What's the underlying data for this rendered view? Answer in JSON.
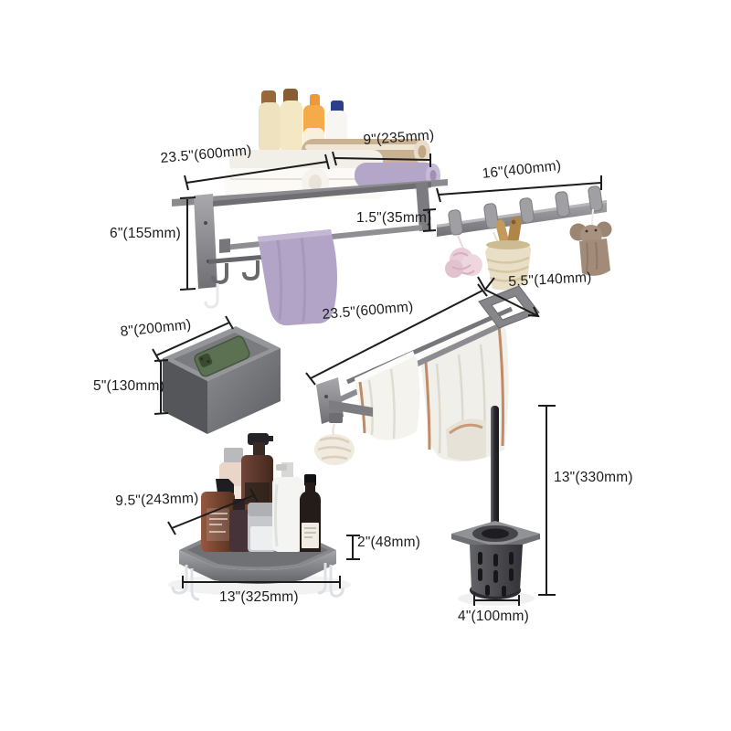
{
  "diagram_title": "bathroom hardware set dimension diagram",
  "colors": {
    "background": "#ffffff",
    "dimension_line": "#1c1c1c",
    "label_text": "#1c1c1c",
    "metal_gray": "#8a8a8e",
    "metal_dark": "#55575b",
    "towel_purple": "#b2a4c7",
    "towel_white": "#f5f3ee",
    "towel_tan": "#c9b193",
    "phone_green": "#5c7052",
    "loofah_pink": "#e9cdd8",
    "basket_cream": "#e9dec6",
    "elephant_taupe": "#a28b78"
  },
  "products": {
    "towel_rack": {
      "name": "folding towel rack with shelf, towels and toiletries",
      "width": "23.5\"(600mm)",
      "depth": "9\"(235mm)",
      "height": "6\"(155mm)"
    },
    "hook_rail": {
      "name": "wall hook rail with five hooks",
      "width": "16\"(400mm)",
      "height": "1.5\"(35mm)"
    },
    "tissue_box": {
      "name": "tissue box with phone on top",
      "width": "8\"(200mm)",
      "height": "5\"(130mm)"
    },
    "towel_bar": {
      "name": "double towel bar with hanging towels",
      "width": "23.5\"(600mm)",
      "depth": "5.5\"(140mm)"
    },
    "corner_shelf": {
      "name": "corner shower shelf with bottles",
      "depth": "9.5\"(243mm)",
      "height": "2\"(48mm)",
      "width": "13\"(325mm)"
    },
    "toilet_brush": {
      "name": "toilet brush with perforated holder",
      "height": "13\"(330mm)",
      "width": "4\"(100mm)"
    }
  }
}
